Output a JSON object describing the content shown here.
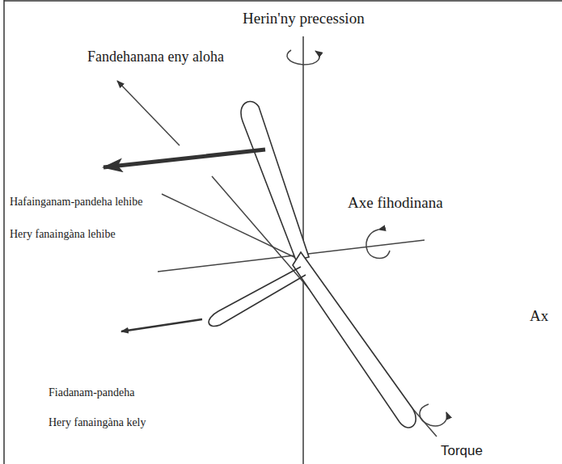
{
  "diagram": {
    "labels": [
      "Herin'ny precession",
      "Fandehanana eny aloha",
      "Hafainganam-pandeha lehibe",
      "Hery fanaingàna lehibe",
      "Axe fihodinana",
      "Ax",
      "Fiadanam-pandeha",
      "Hery fanaingàna kely",
      "Torque"
    ]
  }
}
